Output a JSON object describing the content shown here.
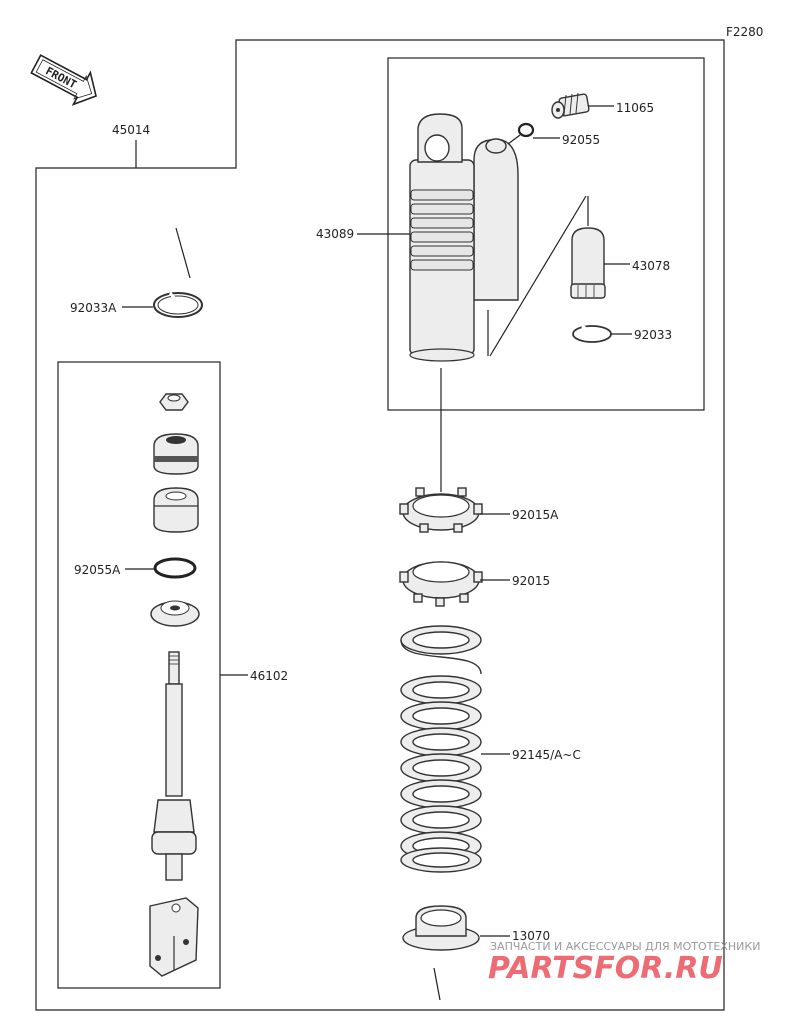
{
  "figure_code": "F2280",
  "front_label": "FRONT",
  "parts": {
    "assembly": "45014",
    "ring_a": "92033A",
    "shock_unit": "43089",
    "valve": "11065",
    "o_ring": "92055",
    "reservoir_cap": "43078",
    "ring": "92033",
    "rod_assembly": "46102",
    "o_ring_a": "92055A",
    "nut_a": "92015A",
    "nut": "92015",
    "spring": "92145/A~C",
    "spring_seat": "13070"
  },
  "watermark": {
    "caption": "ЗАПЧАСТИ И АКСЕССУАРЫ ДЛЯ МОТОТЕХНИКИ",
    "brand": "PARTSFOR.RU"
  }
}
